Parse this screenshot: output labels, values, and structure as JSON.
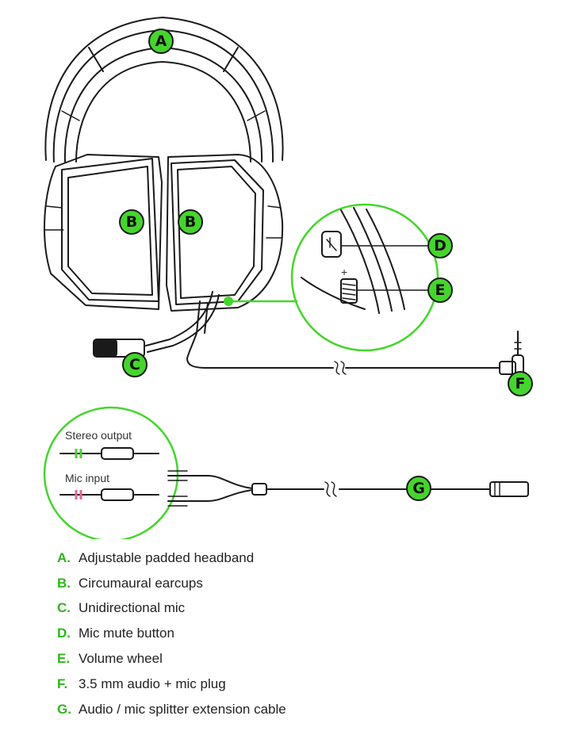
{
  "callouts": {
    "a": "A",
    "b1": "B",
    "b2": "B",
    "c": "C",
    "d": "D",
    "e": "E",
    "f": "F",
    "g": "G"
  },
  "inset": {
    "stereo_label": "Stereo output",
    "mic_label": "Mic input"
  },
  "legend": [
    {
      "letter": "A.",
      "text": "Adjustable padded headband"
    },
    {
      "letter": "B.",
      "text": "Circumaural earcups"
    },
    {
      "letter": "C.",
      "text": "Unidirectional mic"
    },
    {
      "letter": "D.",
      "text": "Mic mute button"
    },
    {
      "letter": "E.",
      "text": "Volume wheel"
    },
    {
      "letter": "F.",
      "text": "3.5 mm audio + mic plug"
    },
    {
      "letter": "G.",
      "text": "Audio / mic splitter extension cable"
    }
  ],
  "colors": {
    "accent": "#44d62c",
    "line": "#1a1a1a"
  }
}
